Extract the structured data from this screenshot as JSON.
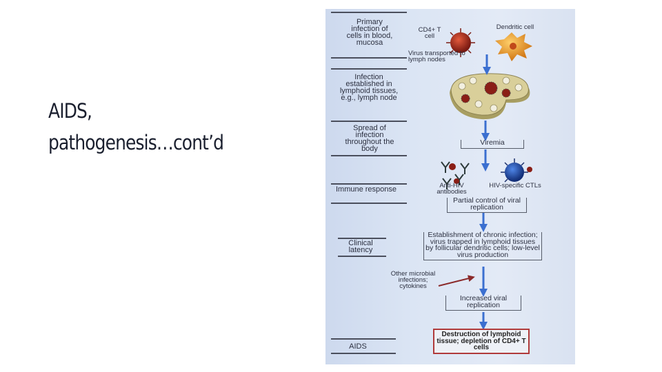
{
  "slide": {
    "title_line1": "AIDS,",
    "title_line2": "pathogenesis…cont’d"
  },
  "figure": {
    "stages": [
      "Primary infection of cells in blood, mucosa",
      "Infection established in lymphoid tissues, e.g., lymph node",
      "Spread of infection throughout the body",
      "Immune response",
      "Clinical latency",
      "AIDS"
    ],
    "cells": {
      "cd4": "CD4+ T cell",
      "dendritic": "Dendritic cell"
    },
    "labels": {
      "transport": "Virus transported to lymph nodes",
      "viremia": "Viremia",
      "antibodies": "Anti-HIV antibodies",
      "ctls": "HIV-specific CTLs",
      "partial": "Partial control of viral replication",
      "chronic": "Establishment of chronic infection; virus trapped in lymphoid tissues by follicular dendritic cells; low-level virus production",
      "other": "Other microbial infections; cytokines",
      "increased": "Increased viral replication",
      "destruction": "Destruction of lymphoid tissue; depletion of CD4+ T cells"
    },
    "colors": {
      "arrow": "#3b6fd0",
      "cd4_cell": "#b02a1e",
      "dendritic_cell": "#e6962a",
      "ctl_cell": "#1f4fb0",
      "lymph_node": "#d9cf9a",
      "final_box_border": "#b03a3a",
      "red_arrow": "#8b2a2a"
    }
  }
}
